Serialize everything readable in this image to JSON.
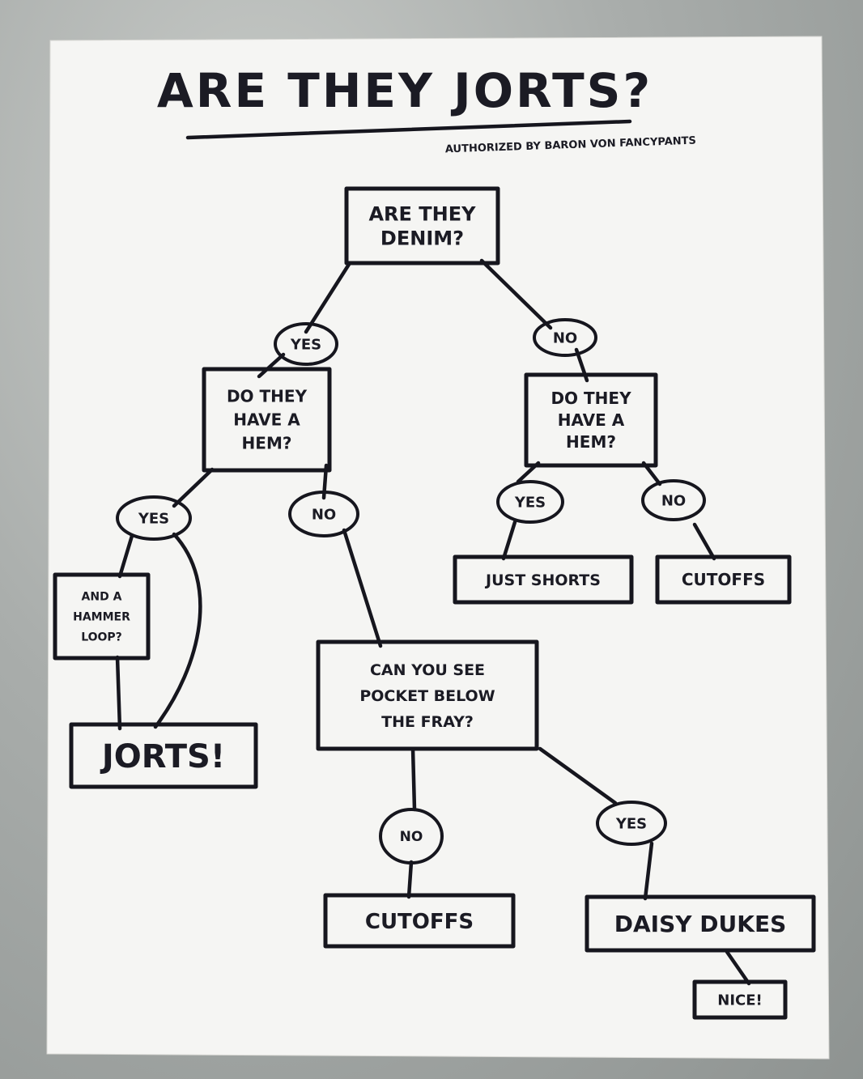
{
  "title": "ARE THEY JORTS?",
  "subtitle": "AUTHORIZED BY BARON VON FANCYPANTS",
  "nodes": {
    "denim": {
      "lines": [
        "ARE THEY",
        "DENIM?"
      ]
    },
    "hem_l": {
      "lines": [
        "DO THEY",
        "HAVE A",
        "HEM?"
      ]
    },
    "hem_r": {
      "lines": [
        "DO THEY",
        "HAVE A",
        "HEM?"
      ]
    },
    "hammer": {
      "lines": [
        "AND A",
        "HAMMER",
        "LOOP?"
      ]
    },
    "jorts": {
      "lines": [
        "JORTS!"
      ]
    },
    "pocket": {
      "lines": [
        "CAN YOU SEE",
        "POCKET BELOW",
        "THE FRAY?"
      ]
    },
    "just_shorts": {
      "lines": [
        "JUST SHORTS"
      ]
    },
    "cutoffs_r": {
      "lines": [
        "CUTOFFS"
      ]
    },
    "cutoffs_b": {
      "lines": [
        "CUTOFFS"
      ]
    },
    "daisy": {
      "lines": [
        "DAISY DUKES"
      ]
    },
    "nice": {
      "lines": [
        "NICE!"
      ]
    }
  },
  "labels": {
    "yes": "YES",
    "no": "NO"
  }
}
